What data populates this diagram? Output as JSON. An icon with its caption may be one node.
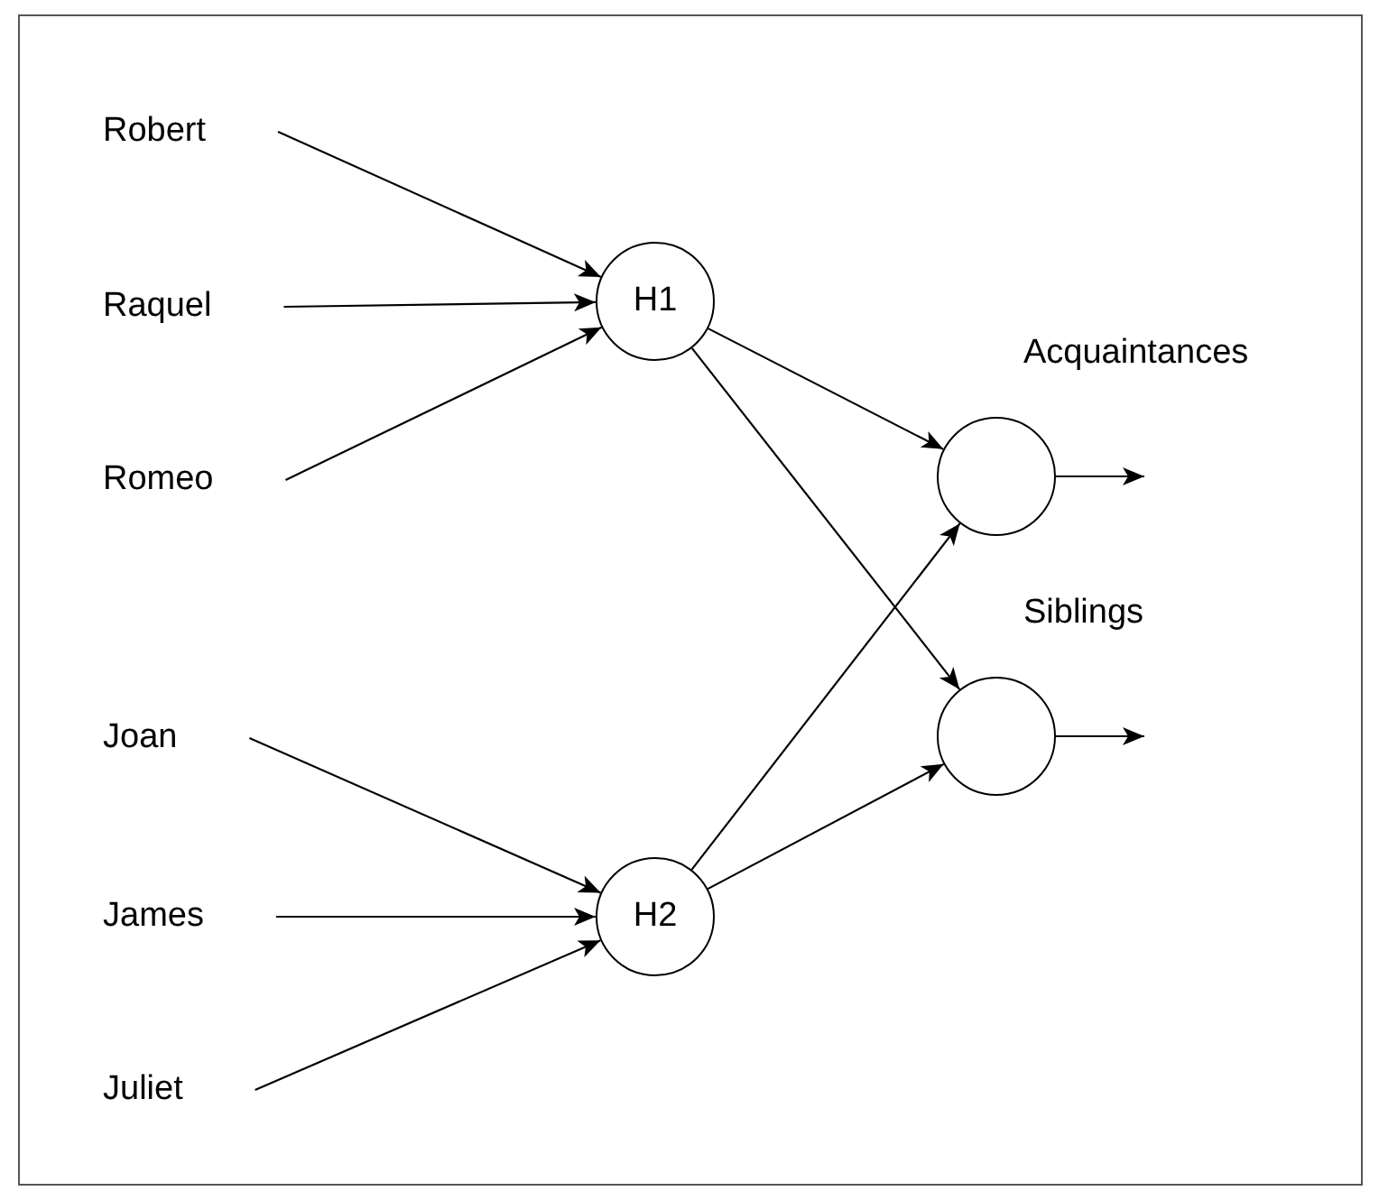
{
  "diagram": {
    "nodes": [
      {
        "text": [
          "Robert"
        ]
      },
      {
        "text": [
          "Raquel"
        ]
      },
      {
        "text": [
          "Romeo"
        ]
      },
      {
        "text": [
          "Joan"
        ]
      },
      {
        "text": [
          "James"
        ]
      },
      {
        "text": [
          "Juliet"
        ]
      },
      {
        "text": [
          "H1"
        ]
      },
      {
        "text": [
          "H2"
        ]
      },
      {
        "text": [],
        "shape": "circle",
        "beside": [
          "Acquaintances"
        ]
      },
      {
        "text": [],
        "shape": "circle",
        "beside": [
          "Siblings"
        ]
      }
    ],
    "edges": [
      {
        "from": 0,
        "to": 6,
        "arrow": "to"
      },
      {
        "from": 1,
        "to": 6,
        "arrow": "to"
      },
      {
        "from": 2,
        "to": 6,
        "arrow": "to"
      },
      {
        "from": 3,
        "to": 7,
        "arrow": "to"
      },
      {
        "from": 4,
        "to": 7,
        "arrow": "to"
      },
      {
        "from": 5,
        "to": 7,
        "arrow": "to"
      },
      {
        "from": 6,
        "to": 8,
        "arrow": "to"
      },
      {
        "from": 6,
        "to": 9,
        "arrow": "to"
      },
      {
        "from": 7,
        "to": 8,
        "arrow": "to"
      },
      {
        "from": 7,
        "to": 9,
        "arrow": "to"
      },
      {
        "from": 8,
        "to": null,
        "arrow": "to"
      },
      {
        "from": 9,
        "to": null,
        "arrow": "to"
      }
    ]
  }
}
